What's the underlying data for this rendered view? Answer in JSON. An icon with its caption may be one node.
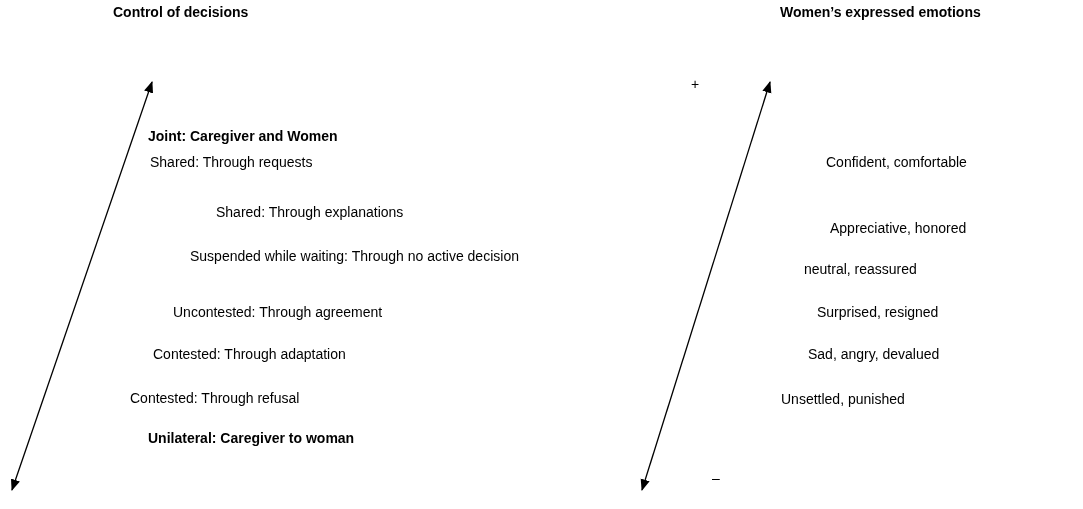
{
  "diagram": {
    "labels": [
      "Control of decisions",
      "Women’s expressed emotions",
      "+",
      "Joint: Caregiver and Women",
      "Shared: Through requests",
      "Confident, comfortable",
      "Shared: Through explanations",
      "Appreciative, honored",
      "Suspended while waiting: Through no active decision",
      "neutral, reassured",
      "Uncontested: Through agreement",
      "Surprised, resigned",
      "Contested: Through adaptation",
      "Sad, angry, devalued",
      "Contested: Through refusal",
      "Unsettled, punished",
      "Unilateral: Caregiver to woman",
      "–"
    ]
  }
}
